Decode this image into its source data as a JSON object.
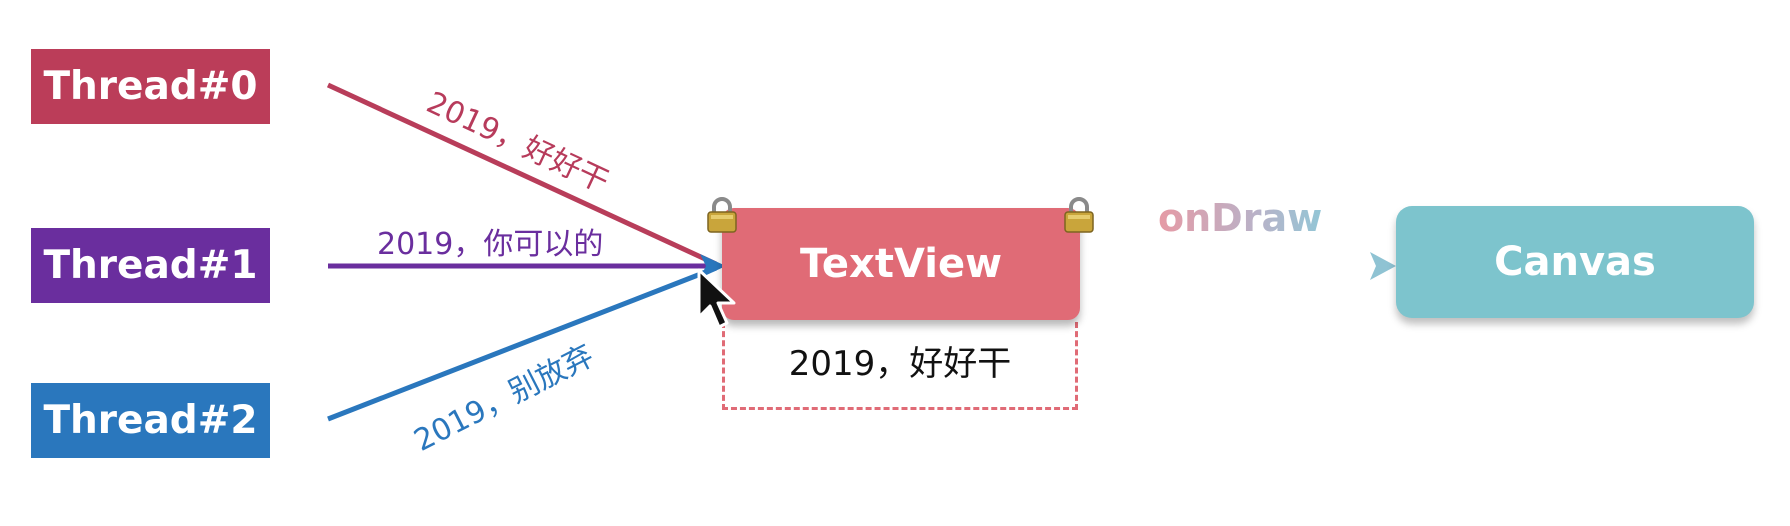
{
  "threads": [
    {
      "label": "Thread#0",
      "color": "#bb3d59"
    },
    {
      "label": "Thread#1",
      "color": "#6a2e9e"
    },
    {
      "label": "Thread#2",
      "color": "#2a77bd"
    }
  ],
  "messages": [
    "2019，好好干",
    "2019，你可以的",
    "2019，别放弃"
  ],
  "textview": {
    "label": "TextView",
    "color": "#e06b76"
  },
  "buffer_text": "2019，好好干",
  "ondraw_label": "onDraw",
  "canvas": {
    "label": "Canvas",
    "color": "#7dc4cd"
  },
  "icons": [
    "lock-icon",
    "lock-icon",
    "cursor-icon"
  ]
}
